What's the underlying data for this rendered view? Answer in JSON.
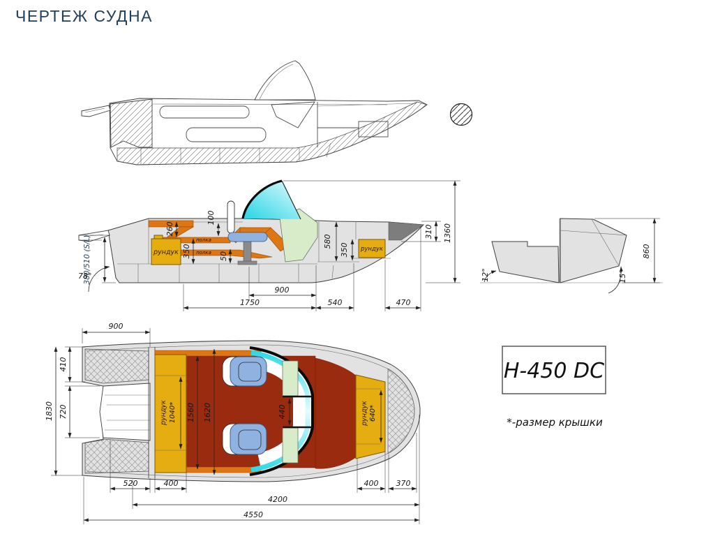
{
  "title": "ЧЕРТЕЖ СУДНА",
  "model_box": {
    "label": "Н-450 DC"
  },
  "footnote": "*-размер крышки",
  "colors": {
    "title_text": "#20405e",
    "hull_gray": "#e2e2e2",
    "floor_red": "#9b2b0e",
    "locker_yellow": "#e5ad0f",
    "shelf_orange": "#de7614",
    "seat_blue": "#8fb2e0",
    "console_green": "#d8ecca",
    "windshield_cyan": "#35dbe6",
    "bow_insert_gray": "#7d7d7d"
  },
  "side_section": {
    "mount_height": "380/510 (S/L)",
    "transom_angle": "78°",
    "d260": "260",
    "d100": "100",
    "d50": "50",
    "d350_stern": "350",
    "d580": "580",
    "d350_bow": "350",
    "d310": "310",
    "d1360": "1360",
    "d900": "900",
    "d1750": "1750",
    "d540": "540",
    "d470": "470",
    "stern_locker": "рундук",
    "bow_locker": "рундук",
    "shelf_upper": "полка",
    "shelf_lower": "полка"
  },
  "transom_view": {
    "deadrise_angle": "12°",
    "flare_angle": "15°",
    "height": "860"
  },
  "plan_view": {
    "d900": "900",
    "d410": "410",
    "d720": "720",
    "d1830": "1830",
    "d1560": "1560",
    "d1620": "1620",
    "d440": "440",
    "d520": "520",
    "d400_stern": "400",
    "d4200": "4200",
    "d4550": "4550",
    "d400_bow": "400",
    "d370": "370",
    "stern_locker": "рундук",
    "stern_locker_size": "1040*",
    "bow_locker": "рундук",
    "bow_locker_size": "640*"
  }
}
